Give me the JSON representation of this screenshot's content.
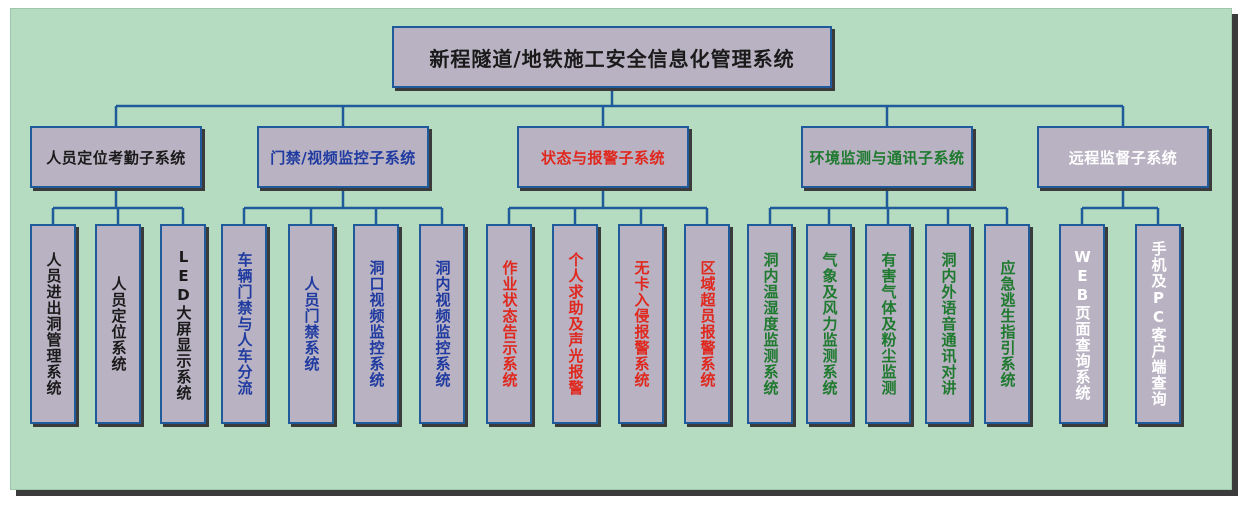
{
  "title": "新程隧道/地铁施工安全信息化管理系统",
  "colors": {
    "panel_bg": "#b5dcc0",
    "box_bg": "#b9b2c2",
    "line": "#1f5a9a",
    "blue": "#1f3aa0",
    "red": "#e0281e",
    "green": "#1e7a2e",
    "white": "#ffffff"
  },
  "subsystems": [
    {
      "label": "人员定位考勤子系统",
      "color": "black",
      "children": [
        "人员进出洞管理系统",
        "人员定位系统",
        "LED大屏显示系统"
      ]
    },
    {
      "label": "门禁/视频监控子系统",
      "color": "blue",
      "children": [
        "车辆门禁与人车分流",
        "人员门禁系统",
        "洞口视频监控系统",
        "洞内视频监控系统"
      ]
    },
    {
      "label": "状态与报警子系统",
      "color": "red",
      "children": [
        "作业状态告示系统",
        "个人求助及声光报警",
        "无卡入侵报警系统",
        "区域超员报警系统"
      ]
    },
    {
      "label": "环境监测与通讯子系统",
      "color": "green",
      "children": [
        "洞内温湿度监测系统",
        "气象及风力监测系统",
        "有害气体及粉尘监测",
        "洞内外语音通讯对讲",
        "应急逃生指引系统"
      ]
    },
    {
      "label": "远程监督子系统",
      "color": "white",
      "children": [
        "WEB页面查询系统",
        "手机及PC客户端查询"
      ]
    }
  ]
}
